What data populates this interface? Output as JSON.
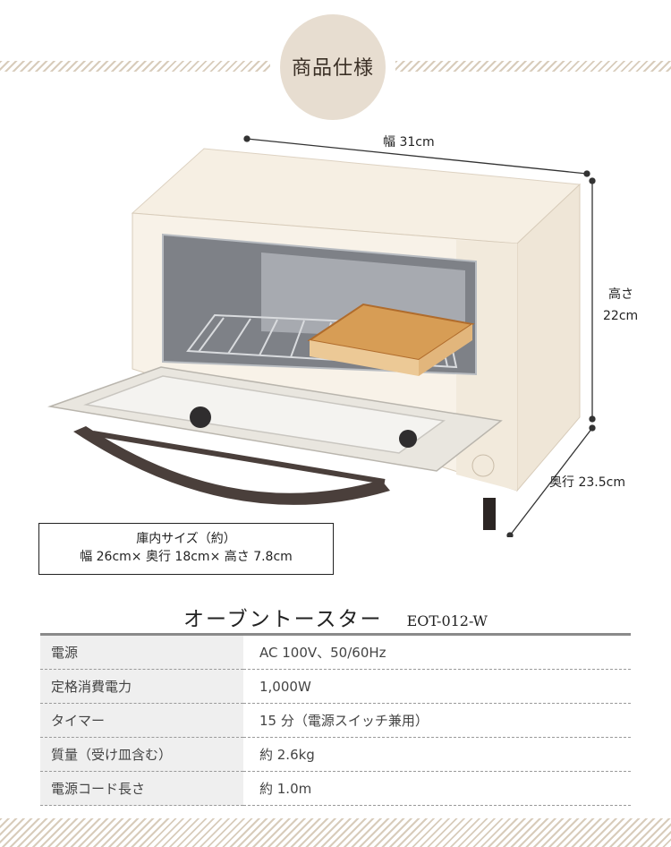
{
  "header": {
    "title": "商品仕様"
  },
  "dimensions": {
    "width": "幅 31cm",
    "height_label": "高さ",
    "height_value": "22cm",
    "depth": "奥行 23.5cm"
  },
  "capacity": {
    "line1": "庫内サイズ（約）",
    "line2": "幅 26cm× 奥行 18cm× 高さ 7.8cm"
  },
  "product": {
    "name": "オーブントースター",
    "model": "EOT-012-W"
  },
  "specs": [
    {
      "label": "電源",
      "value": "AC 100V、50/60Hz"
    },
    {
      "label": "定格消費電力",
      "value": "1,000W"
    },
    {
      "label": "タイマー",
      "value": "15 分（電源スイッチ兼用）"
    },
    {
      "label": "質量（受け皿含む）",
      "value": "約 2.6kg"
    },
    {
      "label": "電源コード長さ",
      "value": "約 1.0m"
    }
  ],
  "colors": {
    "accent": "#e7ddd0",
    "oven_body": "#f6efe3",
    "handle": "#4a3f3b",
    "table_label_bg": "#efefef"
  }
}
